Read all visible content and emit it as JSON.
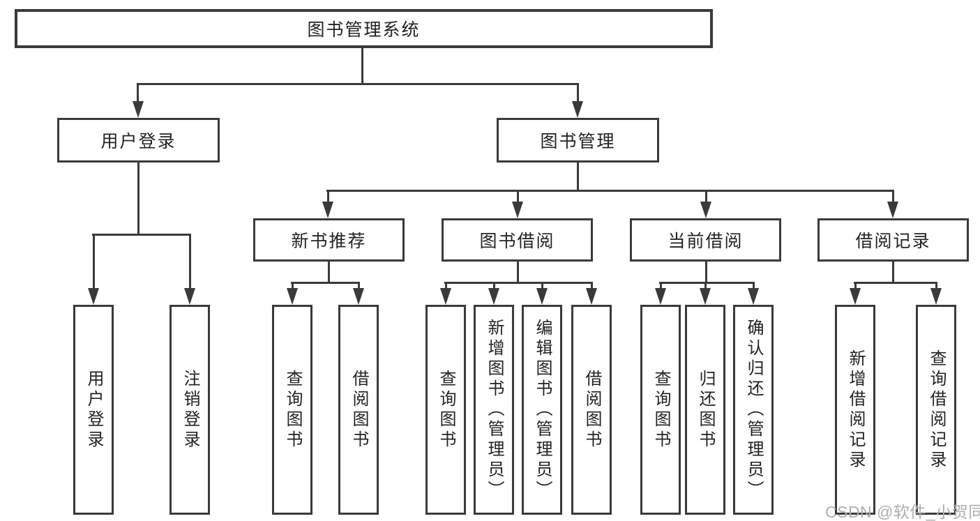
{
  "diagram_title": "图书管理系统",
  "tree": {
    "label": "图书管理系统",
    "children": [
      {
        "label": "用户登录",
        "children": [
          {
            "label": "用户登录"
          },
          {
            "label": "注销登录"
          }
        ]
      },
      {
        "label": "图书管理",
        "children": [
          {
            "label": "新书推荐",
            "children": [
              {
                "label": "查询图书"
              },
              {
                "label": "借阅图书"
              }
            ]
          },
          {
            "label": "图书借阅",
            "children": [
              {
                "label": "查询图书"
              },
              {
                "label": "新增图书（管理员）"
              },
              {
                "label": "编辑图书（管理员）"
              },
              {
                "label": "借阅图书"
              }
            ]
          },
          {
            "label": "当前借阅",
            "children": [
              {
                "label": "查询图书"
              },
              {
                "label": "归还图书"
              },
              {
                "label": "确认归还（管理员）"
              }
            ]
          },
          {
            "label": "借阅记录",
            "children": [
              {
                "label": "新增借阅记录"
              },
              {
                "label": "查询借阅记录"
              }
            ]
          }
        ]
      }
    ]
  },
  "watermark": "CSDN @软件_小贺同学",
  "colors": {
    "line": "#3a3a3a",
    "text": "#232323",
    "watermark": "#aeaeae",
    "background": "#ffffff"
  }
}
